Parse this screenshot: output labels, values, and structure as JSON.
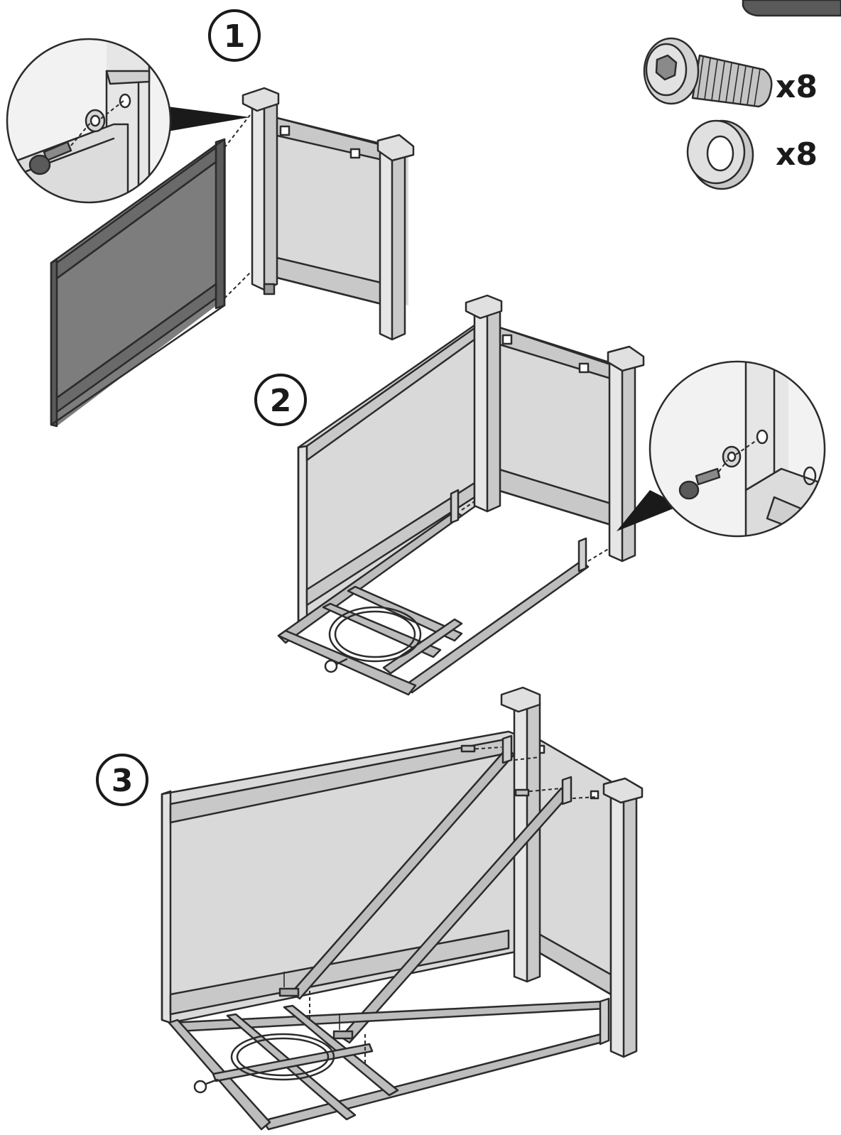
{
  "diagram": {
    "steps": [
      {
        "number": "1"
      },
      {
        "number": "2"
      },
      {
        "number": "3"
      }
    ],
    "hardware": [
      {
        "item": "screw-icon",
        "quantity": "x8"
      },
      {
        "item": "washer-icon",
        "quantity": "x8"
      }
    ],
    "colors": {
      "outline": "#2b2b2b",
      "panel": "#d9d9d9",
      "panel_dark": "#7d7d7d",
      "post": "#e6e6e6",
      "background": "#ffffff"
    }
  }
}
